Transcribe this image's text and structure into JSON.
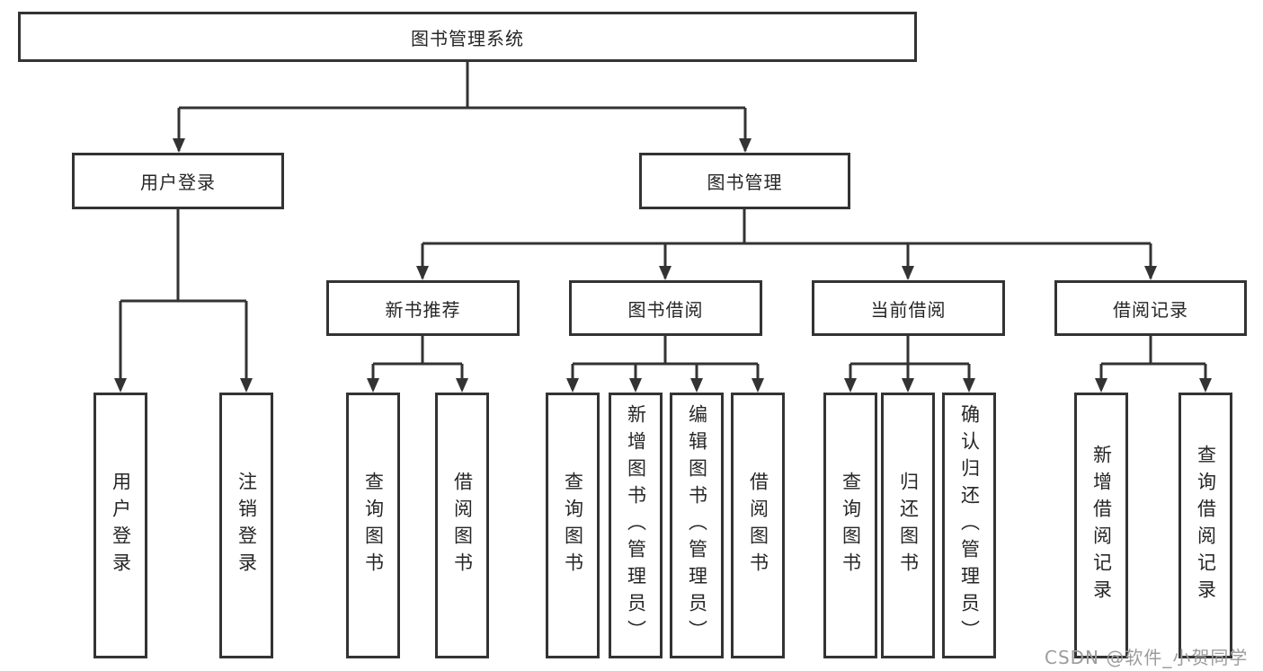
{
  "tree": {
    "label": "图书管理系统",
    "children": [
      {
        "label": "用户登录",
        "children": [
          {
            "label": "用户登录"
          },
          {
            "label": "注销登录"
          }
        ]
      },
      {
        "label": "图书管理",
        "children": [
          {
            "label": "新书推荐",
            "children": [
              {
                "label": "查询图书"
              },
              {
                "label": "借阅图书"
              }
            ]
          },
          {
            "label": "图书借阅",
            "children": [
              {
                "label": "查询图书"
              },
              {
                "label": "新增图书（管理员）"
              },
              {
                "label": "编辑图书（管理员）"
              },
              {
                "label": "借阅图书"
              }
            ]
          },
          {
            "label": "当前借阅",
            "children": [
              {
                "label": "查询图书"
              },
              {
                "label": "归还图书"
              },
              {
                "label": "确认归还（管理员）"
              }
            ]
          },
          {
            "label": "借阅记录",
            "children": [
              {
                "label": "新增借阅记录"
              },
              {
                "label": "查询借阅记录"
              }
            ]
          }
        ]
      }
    ]
  },
  "watermark": {
    "text": "CSDN @软件_小贺同学"
  },
  "colors": {
    "line": "#333333",
    "text": "#262626",
    "watermark": "#9c9c9c",
    "bg": "#ffffff"
  }
}
